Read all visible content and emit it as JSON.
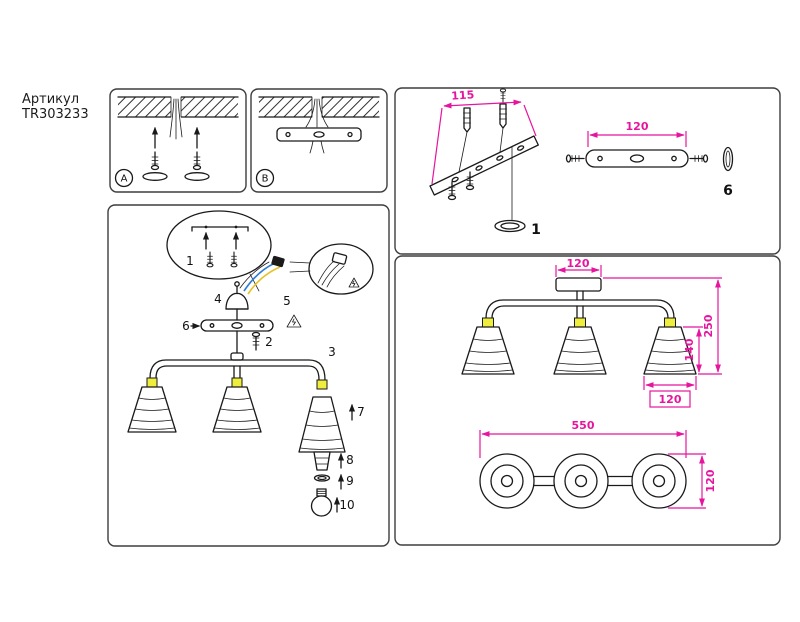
{
  "article": {
    "label": "Артикул",
    "number": "TR303233"
  },
  "colors": {
    "line-color": "#1a1a1a",
    "dim-color": "#e6159e",
    "panel-border": "#3d3d3d",
    "socket-highlight": "#f0ee3c",
    "wire-blue": "#2d7dd2",
    "wire-yellow": "#e6c229"
  },
  "ceiling_panels": {
    "a_label": "A",
    "b_label": "B"
  },
  "assembly": {
    "callouts": {
      "n1": "1",
      "n2": "2",
      "n3": "3",
      "n4": "4",
      "n5": "5",
      "n6": "6",
      "n7": "7",
      "n8": "8",
      "n9": "9",
      "n10": "10"
    }
  },
  "bracket_panel": {
    "dim_length": "115",
    "part_canopy_ring": "1",
    "dim_bracket": "120",
    "part_ring": "6"
  },
  "spec_dimensions": {
    "front_view": {
      "canopy_width": "120",
      "total_height": "250",
      "shade_height": "140",
      "shade_width": "120"
    },
    "top_view": {
      "total_length": "550",
      "shade_diameter": "120"
    }
  }
}
